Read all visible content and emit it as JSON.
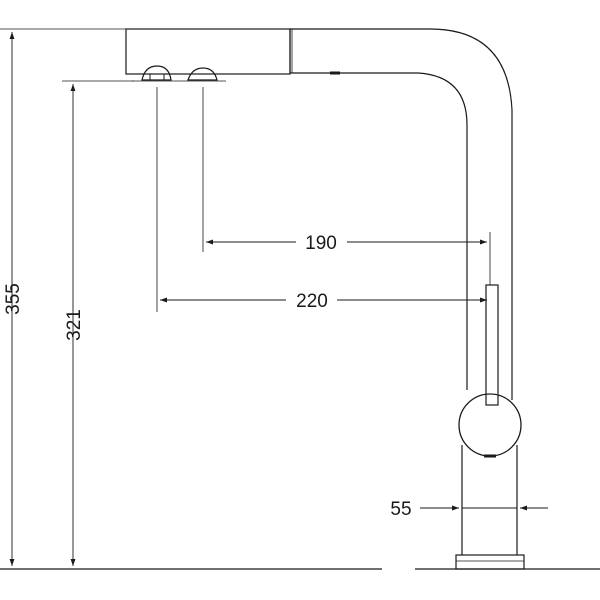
{
  "diagram": {
    "dimensions": {
      "overall_height": "355",
      "spout_height": "321",
      "reach_outlet_2": "190",
      "reach_outlet_1": "220",
      "base_diameter": "55"
    },
    "colors": {
      "line": "#1a1a1a",
      "background": "#ffffff"
    }
  }
}
